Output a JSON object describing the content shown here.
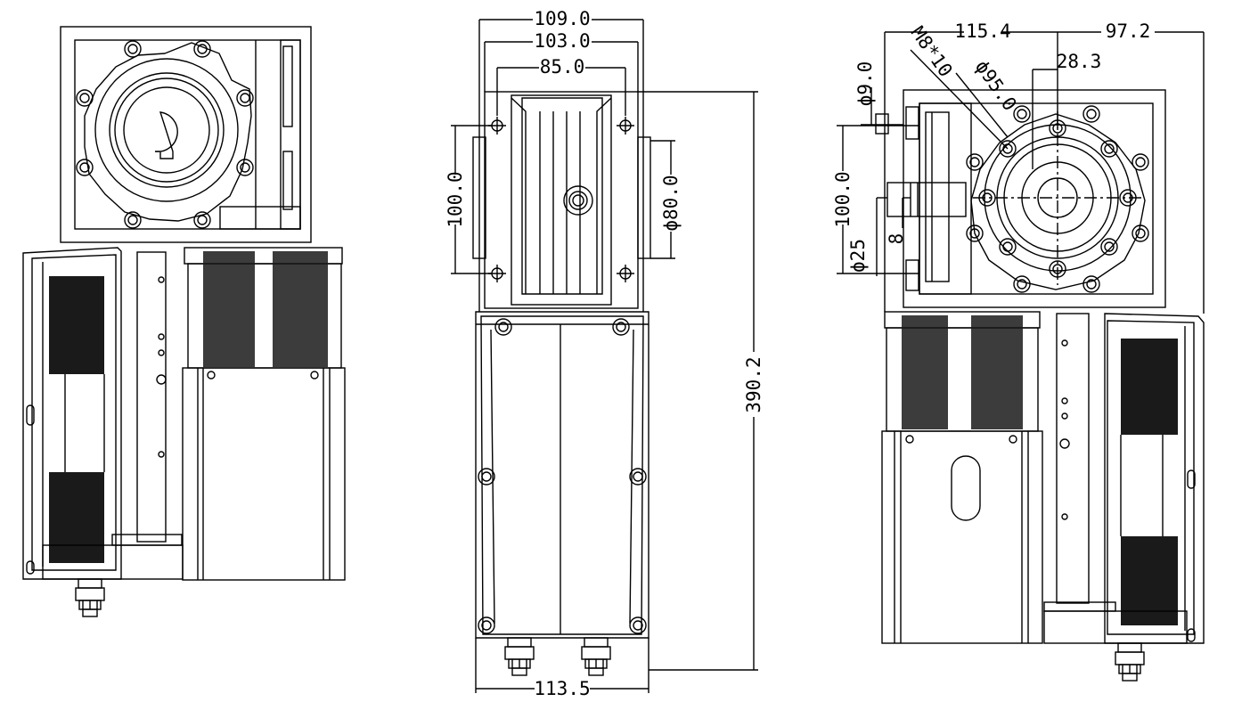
{
  "dimensions": {
    "center": {
      "width_flange_outer": "109.0",
      "width_flange_mid": "103.0",
      "width_flange_inner": "85.0",
      "height_flange": "100.0",
      "diameter_spigot": "ϕ80.0",
      "total_height": "390.2",
      "width_body": "113.5"
    },
    "right": {
      "offset_left": "115.4",
      "offset_right": "97.2",
      "hole_offset": "28.3",
      "pcd": "ϕ95.0",
      "thread": "M8*10",
      "hole_diameter": "ϕ9.0",
      "height_flange": "100.0",
      "shaft_diameter": "ϕ25",
      "key_width": "8"
    }
  }
}
